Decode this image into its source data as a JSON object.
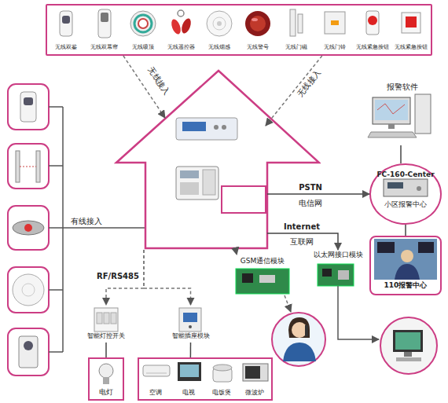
{
  "diagram": {
    "nodes": [
      {
        "text": []
      },
      {
        "text": [
          "无线双鉴"
        ],
        "in": 0
      },
      {
        "text": [
          "无线双幕帘"
        ],
        "in": 0
      },
      {
        "text": [
          "无线吸顶"
        ],
        "in": 0
      },
      {
        "text": [
          "无线遥控器"
        ],
        "in": 0
      },
      {
        "text": [
          "无线烟感"
        ],
        "in": 0
      },
      {
        "text": [
          "无线警号"
        ],
        "in": 0
      },
      {
        "text": [
          "无线门磁"
        ],
        "in": 0
      },
      {
        "text": [
          "无线门铃"
        ],
        "in": 0
      },
      {
        "text": [
          "无线紧急按钮"
        ],
        "in": 0
      },
      {
        "text": [
          "无线紧急按钮"
        ],
        "in": 0
      },
      {
        "text": []
      },
      {
        "text": [
          "报警软件"
        ]
      },
      {
        "text": [
          "FC-160-Center",
          "小区报警中心"
        ]
      },
      {
        "text": [
          "110报警中心"
        ]
      },
      {
        "text": [
          "以太网接口模块"
        ]
      },
      {
        "text": [
          "GSM通信模块"
        ]
      },
      {
        "text": [
          "智能灯控开关"
        ]
      },
      {
        "text": [
          "智能插座模块"
        ]
      },
      {
        "text": [
          "电灯"
        ]
      },
      {
        "text": []
      },
      {
        "text": [
          "空调"
        ],
        "in": 20
      },
      {
        "text": [
          "电视"
        ],
        "in": 20
      },
      {
        "text": [
          "电饭煲"
        ],
        "in": 20
      },
      {
        "text": [
          "微波炉"
        ],
        "in": 20
      }
    ],
    "edges": [
      {
        "from": 0,
        "to": 11,
        "label": "无线接入",
        "arrow": "to"
      },
      {
        "from": 0,
        "to": 11,
        "label": "无线接入",
        "arrow": "to"
      },
      {
        "from": 11,
        "to": 13,
        "label": "PSTN",
        "arrow": "to"
      },
      {
        "from": 11,
        "to": 15,
        "label": "Internet",
        "arrow": "to"
      },
      {
        "from": 12,
        "to": 13,
        "arrow": "none"
      },
      {
        "from": 13,
        "to": 14,
        "arrow": "none"
      },
      {
        "from": 11,
        "to": 16,
        "arrow": "to"
      },
      {
        "from": 11,
        "to": 17,
        "label": "RF/RS485",
        "arrow": "to"
      },
      {
        "from": 11,
        "to": 18,
        "arrow": "to"
      },
      {
        "from": 17,
        "to": 19,
        "arrow": "none"
      },
      {
        "from": 18,
        "to": 20,
        "arrow": "none"
      }
    ],
    "labels": [
      "有线接入",
      "电信网",
      "互联网"
    ]
  }
}
